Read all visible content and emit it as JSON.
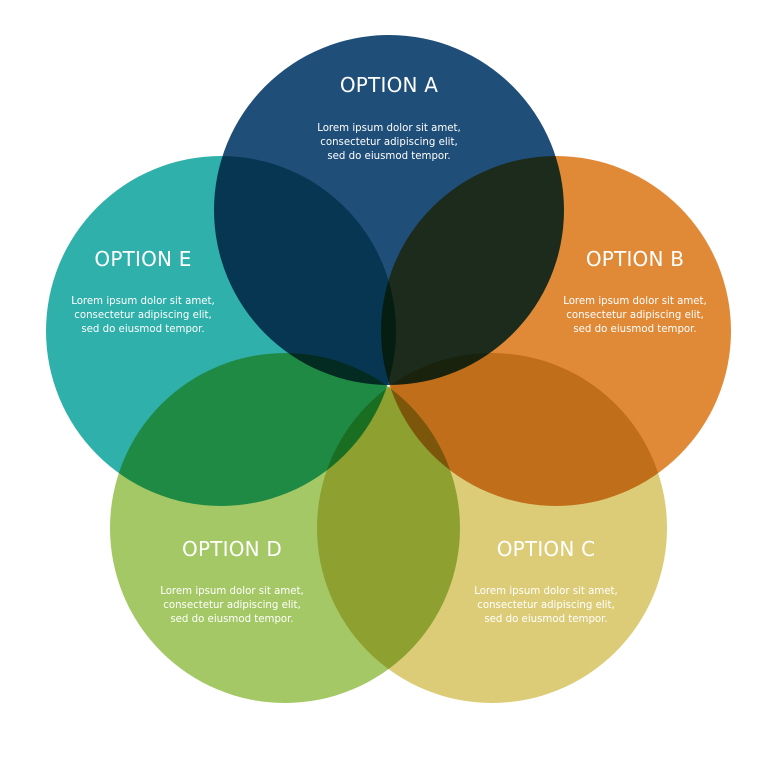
{
  "diagram": {
    "options": [
      {
        "key": "a",
        "title": "OPTION A",
        "lines": [
          "Lorem ipsum dolor sit amet,",
          "consectetur adipiscing elit,",
          "sed do eiusmod tempor."
        ],
        "color": "#1f4e79"
      },
      {
        "key": "b",
        "title": "OPTION B",
        "lines": [
          "Lorem ipsum dolor sit amet,",
          "consectetur adipiscing elit,",
          "sed do eiusmod tempor."
        ],
        "color": "#e08a38"
      },
      {
        "key": "c",
        "title": "OPTION C",
        "lines": [
          "Lorem ipsum dolor sit amet,",
          "consectetur adipiscing elit,",
          "sed do eiusmod tempor."
        ],
        "color": "#dccc78"
      },
      {
        "key": "d",
        "title": "OPTION D",
        "lines": [
          "Lorem ipsum dolor sit amet,",
          "consectetur adipiscing elit,",
          "sed do eiusmod tempor."
        ],
        "color": "#a4c865"
      },
      {
        "key": "e",
        "title": "OPTION E",
        "lines": [
          "Lorem ipsum dolor sit amet,",
          "consectetur adipiscing elit,",
          "sed do eiusmod tempor."
        ],
        "color": "#2fb0ab"
      }
    ]
  }
}
